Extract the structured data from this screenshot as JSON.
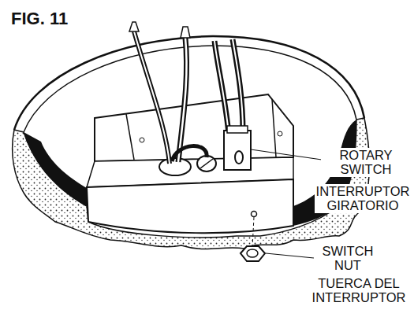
{
  "diagram": {
    "title": "FIG. 11",
    "labels": [
      "ROTARY SWITCH",
      "INTERRUPTOR GIRATORIO",
      "SWITCH NUT",
      "TUERCA DEL INTERRUPTOR"
    ]
  }
}
